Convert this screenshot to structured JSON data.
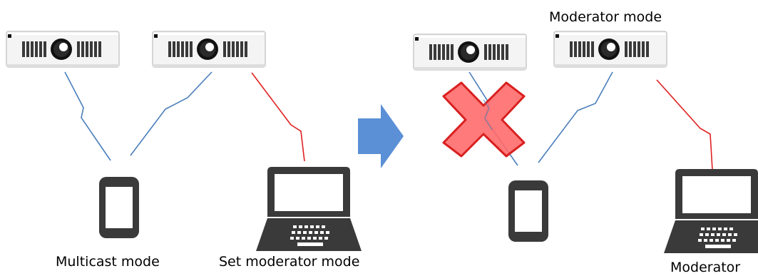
{
  "labels": {
    "multicast_mode": "Multicast mode",
    "set_moderator_mode": "Set moderator mode",
    "moderator_mode": "Moderator mode",
    "moderator": "Moderator"
  },
  "icons": {
    "projector": "projector-icon",
    "smartphone": "smartphone-icon",
    "laptop": "laptop-icon",
    "arrow": "arrow-right-icon",
    "blocked": "blocked-x-icon"
  },
  "colors": {
    "blue_link": "#4a7ebb",
    "red_link": "#e02020",
    "arrow": "#5b8fd6",
    "blocked_fill": "#ff6b6b",
    "blocked_stroke": "#d92020",
    "device": "#3a3a3a"
  }
}
